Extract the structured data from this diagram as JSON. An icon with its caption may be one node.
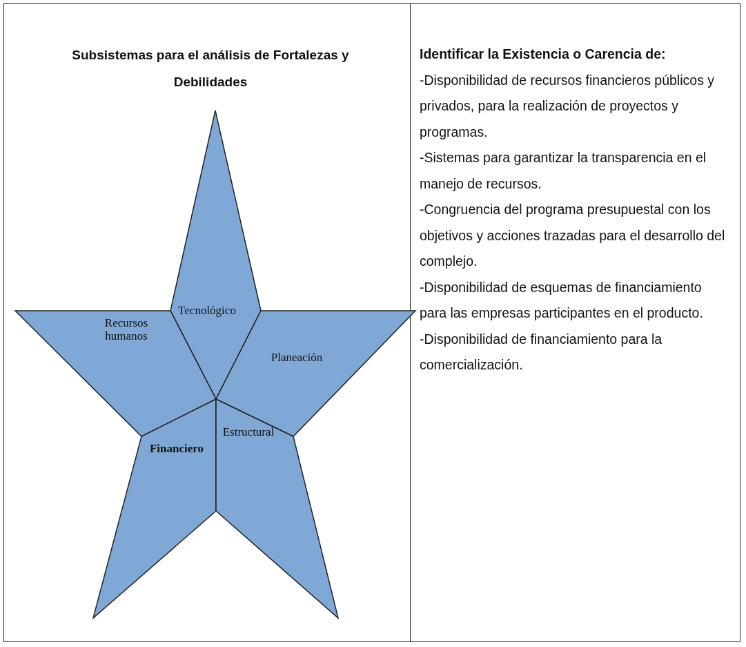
{
  "diagram": {
    "nodes": [
      {
        "text": [
          "Tecnológico"
        ]
      },
      {
        "text": [
          "Recursos humanos"
        ]
      },
      {
        "text": [
          "Planeación"
        ]
      },
      {
        "text": [
          "Financiero"
        ]
      },
      {
        "text": [
          "Estructural"
        ]
      }
    ],
    "edges": [],
    "labels": [
      "Subsistemas para el análisis de Fortalezas y Debilidades",
      "Identificar la Existencia o Carencia de:",
      "-Disponibilidad de recursos financieros públicos y privados, para la realización de proyectos y programas.",
      "-Sistemas para garantizar la transparencia en el manejo de recursos.",
      "-Congruencia del programa presupuestal con los objetivos y acciones trazadas para el desarrollo del complejo.",
      "-Disponibilidad de esquemas de financiamiento para las empresas participantes en el producto.",
      "-Disponibilidad de financiamiento para la comercialización."
    ]
  }
}
